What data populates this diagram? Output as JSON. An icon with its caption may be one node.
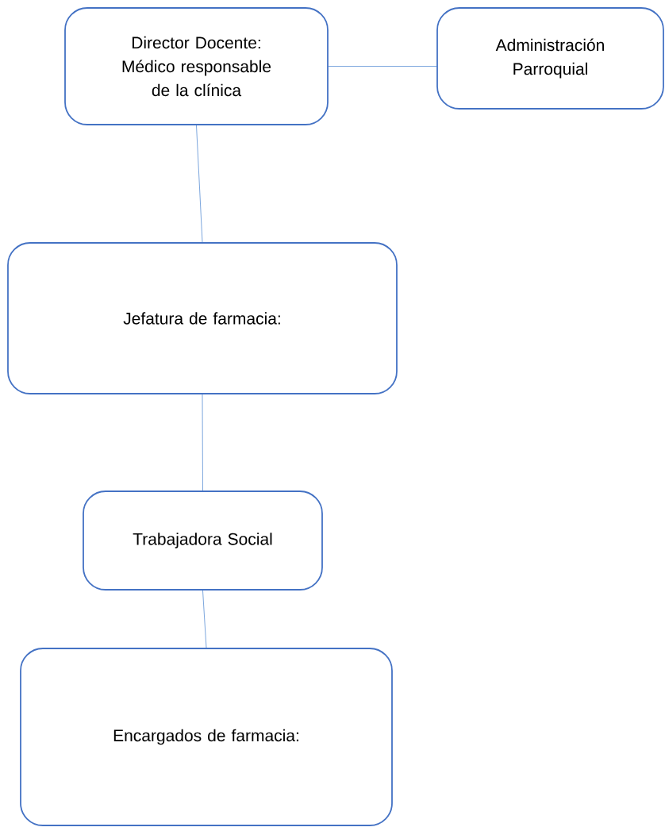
{
  "diagram": {
    "nodes": [
      {
        "text": [
          "Director Docente: Médico responsable de la clínica"
        ]
      },
      {
        "text": [
          "Administración Parroquial"
        ]
      },
      {
        "text": [
          "Jefatura de farmacia:"
        ]
      },
      {
        "text": [
          "Trabajadora Social"
        ]
      },
      {
        "text": [
          "Encargados de farmacia:"
        ]
      }
    ],
    "edges": [
      {
        "from": 0,
        "to": 1,
        "arrow": "none"
      },
      {
        "from": 0,
        "to": 2,
        "arrow": "none"
      },
      {
        "from": 2,
        "to": 3,
        "arrow": "none"
      },
      {
        "from": 3,
        "to": 4,
        "arrow": "none"
      }
    ]
  }
}
